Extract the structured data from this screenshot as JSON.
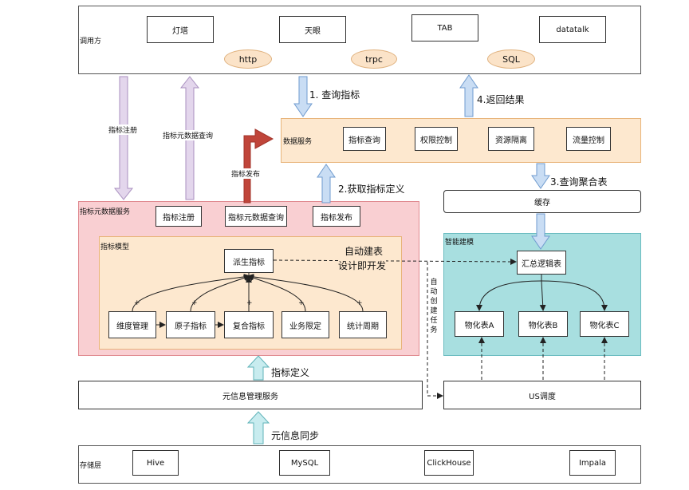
{
  "caller": {
    "title": "调用方",
    "items": [
      "灯塔",
      "天眼",
      "TAB",
      "datatalk"
    ],
    "protocols": [
      "http",
      "trpc",
      "SQL"
    ]
  },
  "data_service": {
    "title": "数据服务",
    "items": [
      "指标查询",
      "权限控制",
      "资源隔离",
      "流量控制"
    ]
  },
  "metric_meta": {
    "title": "指标元数据服务",
    "items": [
      "指标注册",
      "指标元数据查询",
      "指标发布"
    ]
  },
  "metric_model": {
    "title": "指标模型",
    "derived": "派生指标",
    "items": [
      "维度管理",
      "原子指标",
      "复合指标",
      "业务限定",
      "统计周期"
    ]
  },
  "smart_model": {
    "title": "智能建模",
    "summary": "汇总逻辑表",
    "tables": [
      "物化表A",
      "物化表B",
      "物化表C"
    ]
  },
  "cache": "缓存",
  "us_schedule": "US调度",
  "meta_mgmt": "元信息管理服务",
  "storage": {
    "title": "存储层",
    "items": [
      "Hive",
      "MySQL",
      "ClickHouse",
      "Impala"
    ]
  },
  "arrows": {
    "query": "1. 查询指标",
    "get_def": "2.获取指标定义",
    "query_agg": "3.查询聚合表",
    "return": "4.返回结果",
    "register": "指标注册",
    "meta_query": "指标元数据查询",
    "publish": "指标发布",
    "metric_def": "指标定义",
    "meta_sync": "元信息同步",
    "auto_task": "自动创建任务",
    "auto_build": "自动建表",
    "design_dev": "设计即开发"
  }
}
